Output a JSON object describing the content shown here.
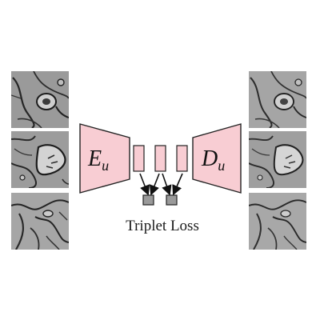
{
  "diagram": {
    "encoder": {
      "label_main": "E",
      "label_sub": "u",
      "fill": "#f8cdd3",
      "stroke": "#222222"
    },
    "decoder": {
      "label_main": "D",
      "label_sub": "u",
      "fill": "#f8cdd3",
      "stroke": "#222222"
    },
    "embeddings": {
      "count": 3,
      "fill": "#f8cdd3"
    },
    "comparisons": {
      "count": 2,
      "fill": "#9a9a9a"
    },
    "loss_caption": "Triplet Loss"
  },
  "input_patches": [
    {
      "texture": "em-cell-membranes"
    },
    {
      "texture": "em-cell-membranes"
    },
    {
      "texture": "em-cell-membranes"
    }
  ],
  "output_patches": [
    {
      "texture": "em-cell-membranes"
    },
    {
      "texture": "em-cell-membranes"
    },
    {
      "texture": "em-cell-membranes"
    }
  ]
}
